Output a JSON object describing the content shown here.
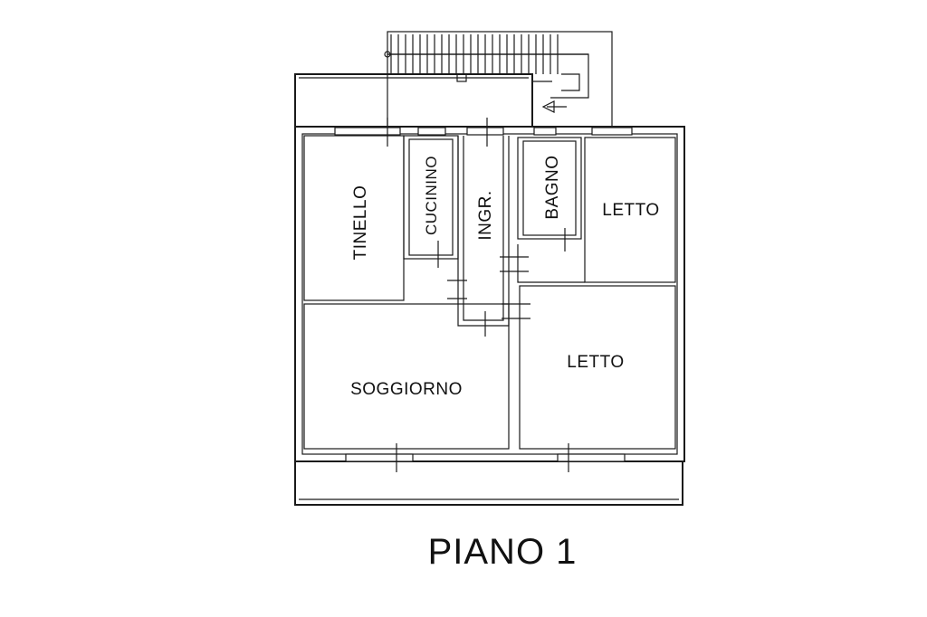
{
  "plan": {
    "title": "PIANO 1",
    "rooms": {
      "tinello": "TINELLO",
      "cucinino": "CUCININO",
      "ingresso": "INGR.",
      "bagno": "BAGNO",
      "letto_1": "LETTO",
      "letto_2": "LETTO",
      "soggiorno": "SOGGIORNO"
    }
  }
}
